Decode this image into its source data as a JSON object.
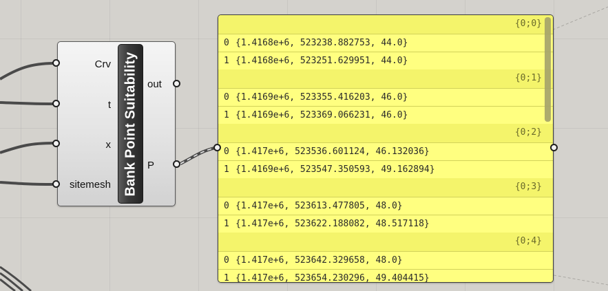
{
  "component": {
    "name": "Bank Point Suitability",
    "inputs": [
      "Crv",
      "t",
      "x",
      "sitemesh"
    ],
    "outputs": [
      "out",
      "P"
    ]
  },
  "panel": {
    "branches": [
      {
        "path": "{0;0}",
        "items": [
          {
            "index": "0",
            "value": "{1.4168e+6, 523238.882753, 44.0}"
          },
          {
            "index": "1",
            "value": "{1.4168e+6, 523251.629951, 44.0}"
          }
        ]
      },
      {
        "path": "{0;1}",
        "items": [
          {
            "index": "0",
            "value": "{1.4169e+6, 523355.416203, 46.0}"
          },
          {
            "index": "1",
            "value": "{1.4169e+6, 523369.066231, 46.0}"
          }
        ]
      },
      {
        "path": "{0;2}",
        "items": [
          {
            "index": "0",
            "value": "{1.417e+6, 523536.601124, 46.132036}"
          },
          {
            "index": "1",
            "value": "{1.4169e+6, 523547.350593, 49.162894}"
          }
        ]
      },
      {
        "path": "{0;3}",
        "items": [
          {
            "index": "0",
            "value": "{1.417e+6, 523613.477805, 48.0}"
          },
          {
            "index": "1",
            "value": "{1.417e+6, 523622.188082, 48.517118}"
          }
        ]
      },
      {
        "path": "{0;4}",
        "items": [
          {
            "index": "0",
            "value": "{1.417e+6, 523642.329658, 48.0}"
          },
          {
            "index": "1",
            "value": "{1.417e+6, 523654.230296, 49.404415}"
          }
        ]
      }
    ]
  },
  "colors": {
    "canvas": "#d4d2cd",
    "panel": "#ffff80",
    "panel_header": "#f4f46b",
    "component_name_bar": "#2b2b2b",
    "wire": "#4a4a4a"
  }
}
